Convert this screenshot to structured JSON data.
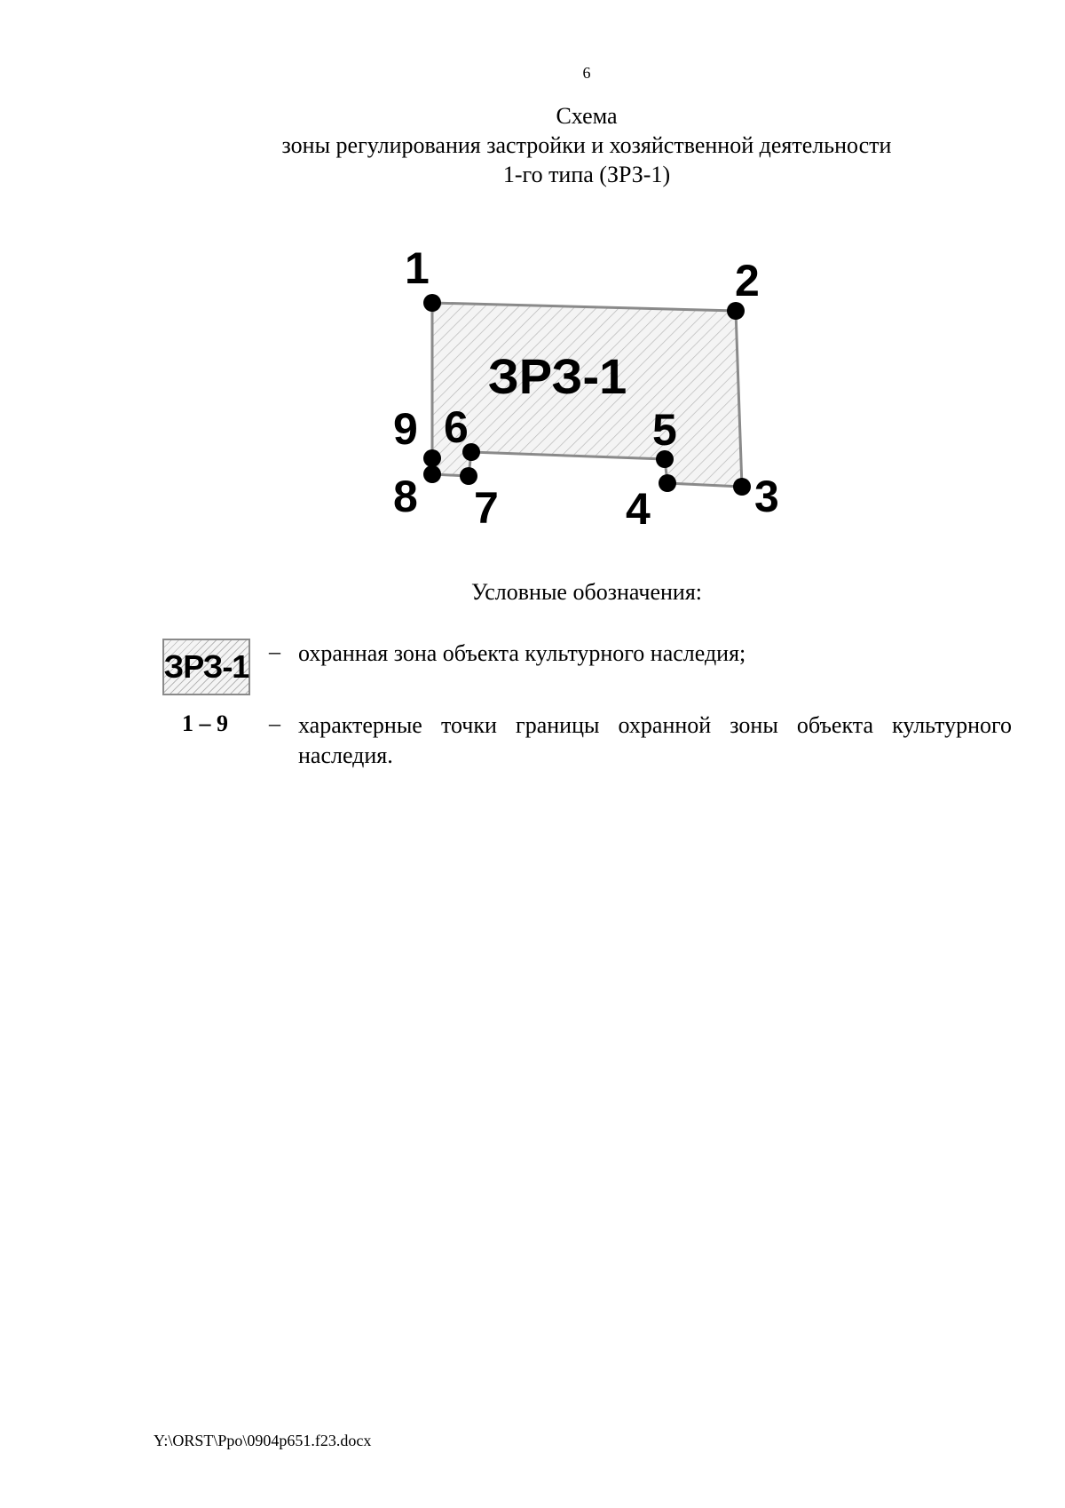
{
  "page": {
    "number": "6"
  },
  "title": {
    "line1": "Схема",
    "line2": "зоны регулирования застройки и хозяйственной деятельности",
    "line3": "1-го типа (ЗРЗ-1)"
  },
  "scheme": {
    "zone_label": "ЗРЗ-1",
    "points": [
      {
        "label": "1"
      },
      {
        "label": "2"
      },
      {
        "label": "3"
      },
      {
        "label": "4"
      },
      {
        "label": "5"
      },
      {
        "label": "6"
      },
      {
        "label": "7"
      },
      {
        "label": "8"
      },
      {
        "label": "9"
      }
    ],
    "colors": {
      "boundary": "#8a8a8a",
      "hatch": "#b8b8b8",
      "fill": "#f4f4f4",
      "point": "#000000"
    }
  },
  "legend": {
    "title": "Условные обозначения:",
    "items": [
      {
        "symbol": "ЗРЗ-1",
        "dash": "–",
        "text": "охранная зона объекта культурного наследия;"
      },
      {
        "symbol": "1 – 9",
        "dash": "–",
        "text": "характерные точки границы охранной зоны объекта культурного наследия."
      }
    ]
  },
  "footer": {
    "file_path": "Y:\\ORST\\Ppo\\0904p651.f23.docx"
  }
}
